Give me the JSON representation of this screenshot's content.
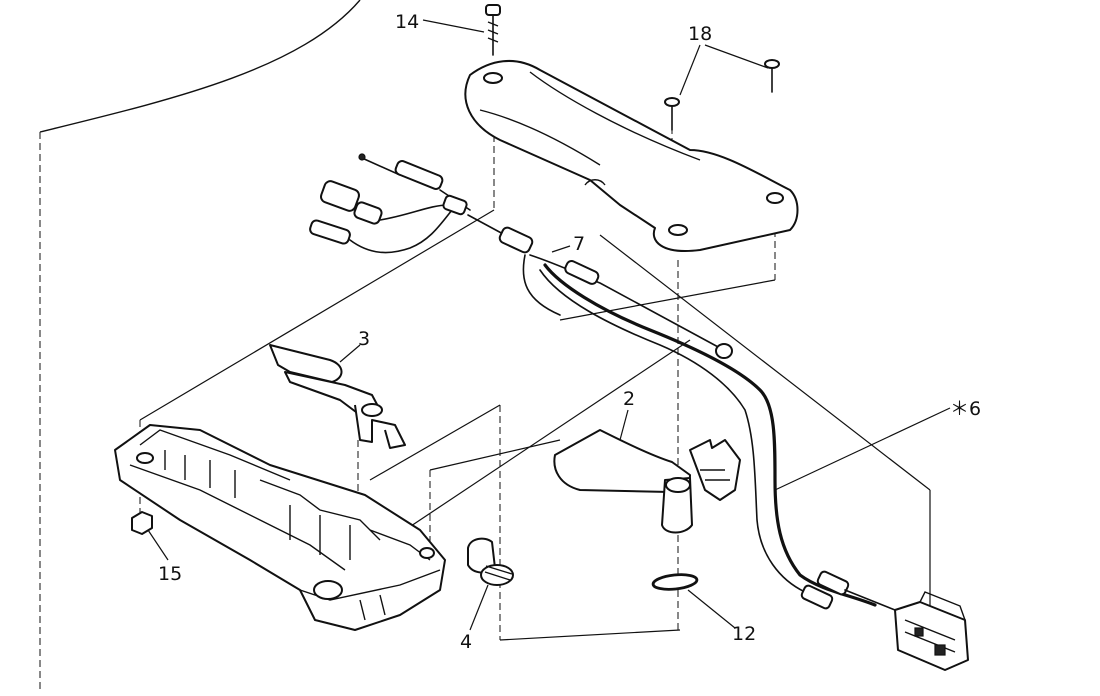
{
  "labels": {
    "screw_top": "14",
    "screws_right": "18",
    "cord_upper": "7",
    "lever": "3",
    "trigger": "2",
    "cord_main": "＊6",
    "nut": "15",
    "knob": "4",
    "ring": "12"
  }
}
